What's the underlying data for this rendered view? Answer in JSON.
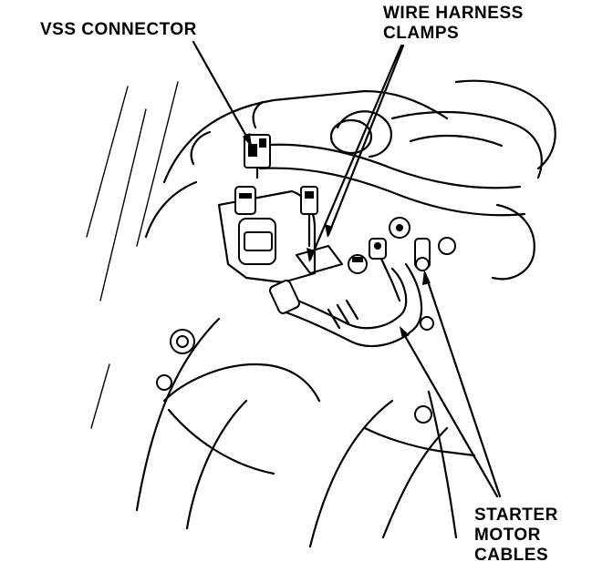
{
  "labels": {
    "vss_connector": "VSS CONNECTOR",
    "wire_harness_line1": "WIRE HARNESS",
    "wire_harness_line2": "CLAMPS",
    "starter_line1": "STARTER",
    "starter_line2": "MOTOR",
    "starter_line3": "CABLES"
  },
  "colors": {
    "ink": "#000000",
    "background": "#ffffff"
  }
}
